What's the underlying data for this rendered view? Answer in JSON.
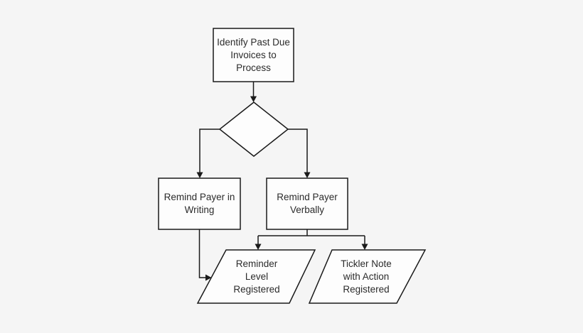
{
  "flowchart": {
    "background_color": "#f5f5f5",
    "node_fill_color": "#fdfdfd",
    "line_color": "#1a1a1a",
    "text_color": "#2b2b2b",
    "nodes": {
      "identify_past_due": {
        "type": "process",
        "label": "Identify Past Due\nInvoices to\nProcess"
      },
      "decision": {
        "type": "decision",
        "label": ""
      },
      "remind_in_writing": {
        "type": "process",
        "label": "Remind Payer in\nWriting"
      },
      "remind_verbally": {
        "type": "process",
        "label": "Remind Payer\nVerbally"
      },
      "reminder_level": {
        "type": "input-output",
        "label": "Reminder\nLevel\nRegistered"
      },
      "tickler_note": {
        "type": "input-output",
        "label": "Tickler Note\nwith Action\nRegistered"
      }
    }
  }
}
